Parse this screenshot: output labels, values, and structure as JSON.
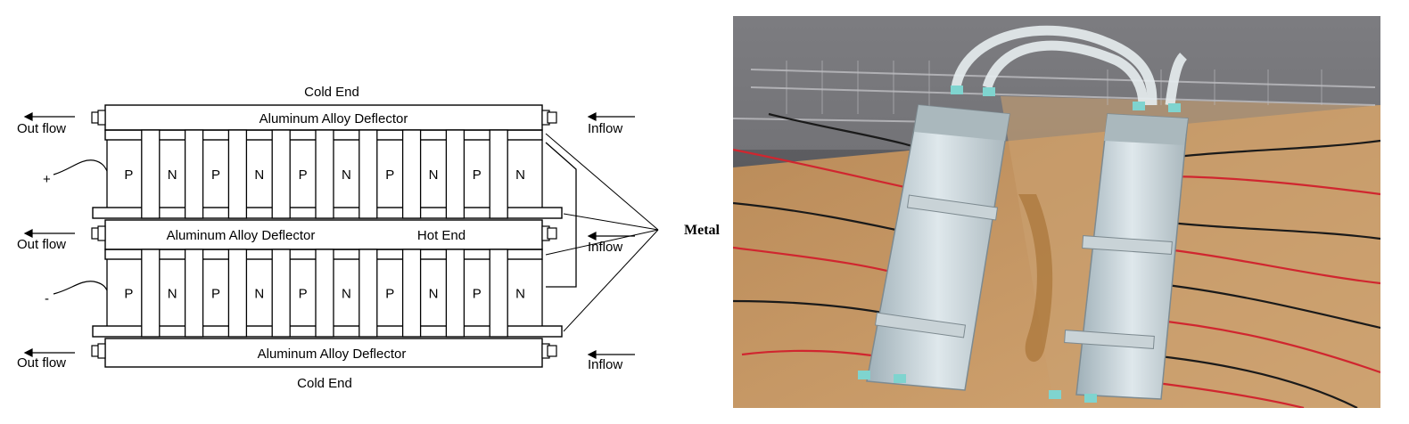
{
  "diagram": {
    "labels": {
      "cold_end_top": "Cold End",
      "cold_end_bottom": "Cold End",
      "deflector_top": "Aluminum Alloy Deflector",
      "deflector_middle": "Aluminum Alloy Deflector",
      "hot_end": "Hot End",
      "deflector_bottom": "Aluminum Alloy Deflector",
      "metal": "Metal",
      "plus": "+",
      "minus": "-"
    },
    "out_flow_labels": [
      "Out flow",
      "Out flow",
      "Out flow"
    ],
    "inflow_labels": [
      "Inflow",
      "Inflow",
      "Inflow"
    ],
    "legs_upper": [
      "P",
      "N",
      "P",
      "N",
      "P",
      "N",
      "P",
      "N",
      "P",
      "N"
    ],
    "legs_lower": [
      "P",
      "N",
      "P",
      "N",
      "P",
      "N",
      "P",
      "N",
      "P",
      "N"
    ]
  },
  "photo": {
    "description_icon": "photo-of-thermoelectric-module-prototype"
  },
  "colors": {
    "line": "#000000",
    "cardboard": "#c99b66",
    "wire_red": "#d0262f",
    "wire_black": "#1a1a1a"
  }
}
